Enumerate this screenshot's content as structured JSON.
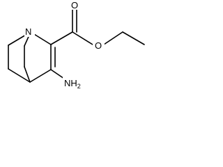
{
  "molecule": {
    "atoms": {
      "n1": "N",
      "o_carbonyl": "O",
      "o_ester": "O",
      "amine": "NH",
      "amine_subscript": "2"
    }
  }
}
